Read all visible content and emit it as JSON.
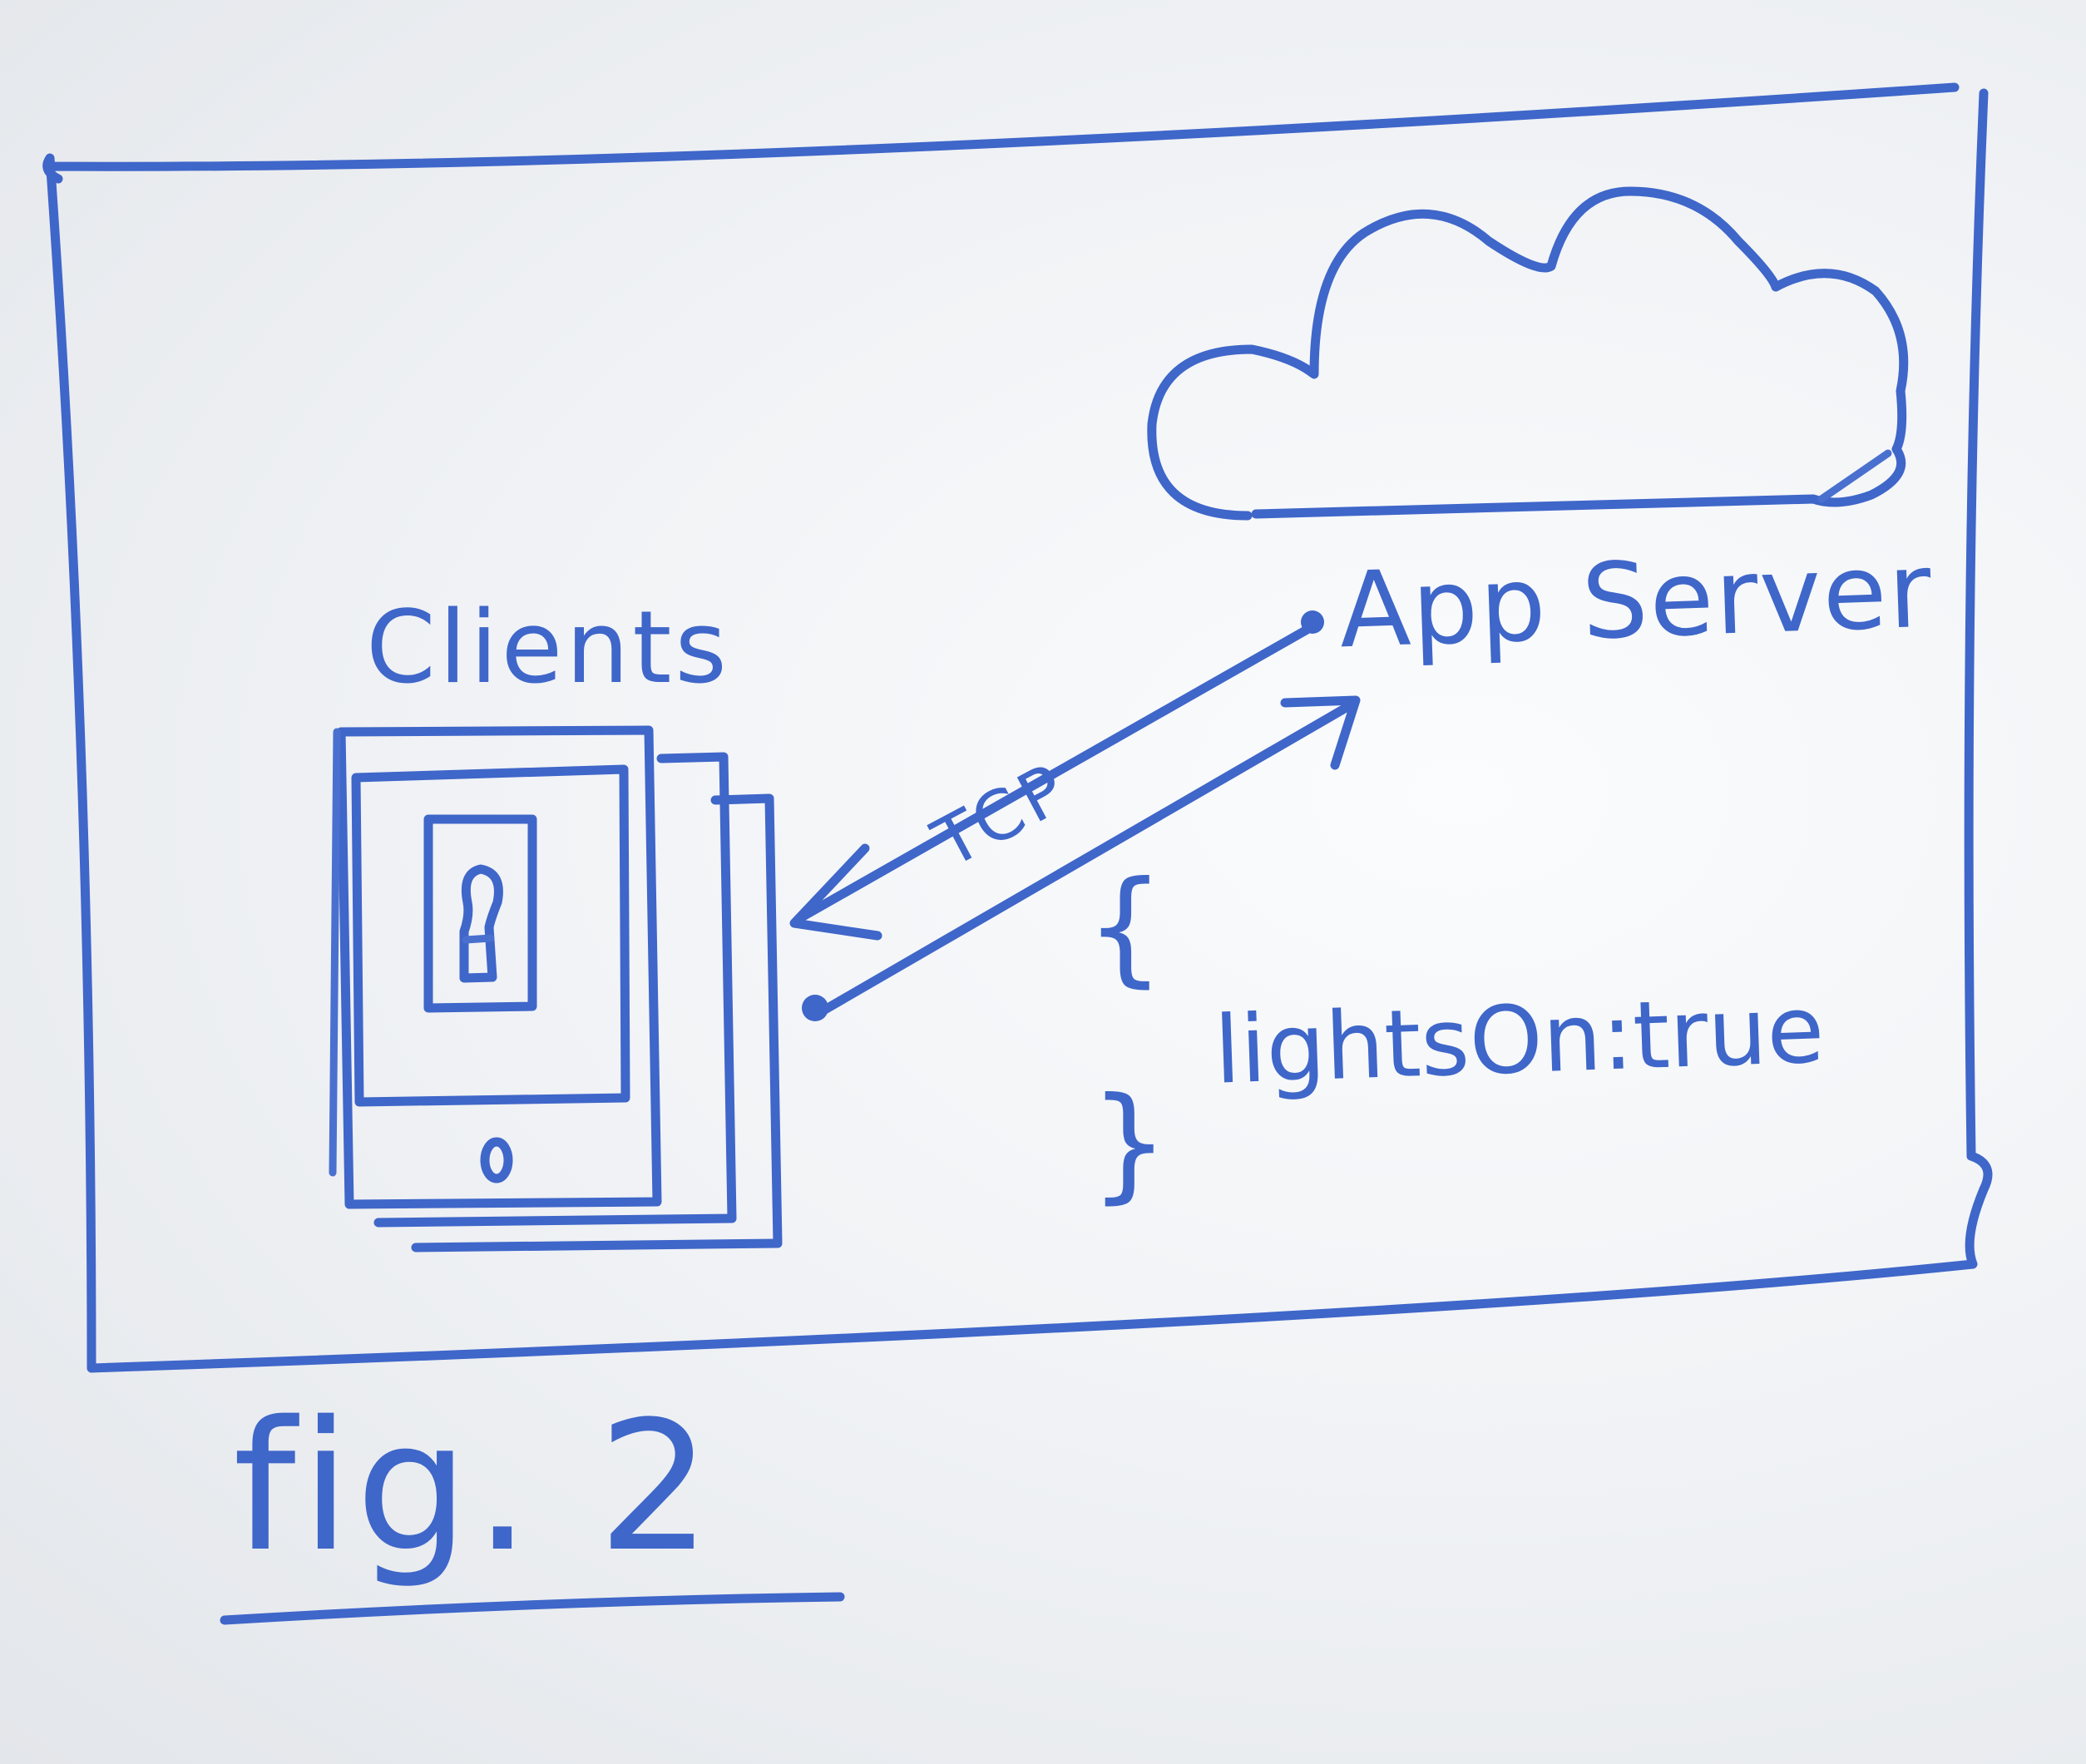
{
  "labels": {
    "clients": "Clients",
    "server": "App Server",
    "protocol": "TCP",
    "payload_open": "{",
    "payload": "lightsOn:true",
    "payload_close": "}",
    "figure": "fig. 2"
  },
  "colors": {
    "ink": "#3f66c9",
    "board": "#f4f6f8"
  },
  "icons": [
    "cloud-icon",
    "tablet-icon",
    "light-switch-icon"
  ]
}
